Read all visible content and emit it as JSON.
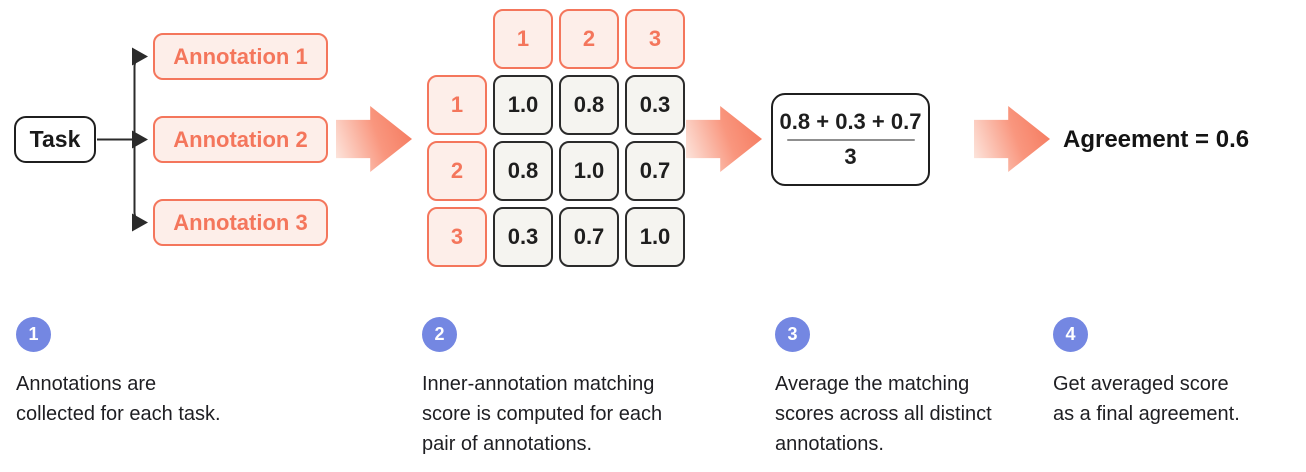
{
  "diagram": {
    "task_label": "Task",
    "annotations": [
      {
        "label": "Annotation 1"
      },
      {
        "label": "Annotation 2"
      },
      {
        "label": "Annotation 3"
      }
    ],
    "matrix": {
      "col_headers": [
        "1",
        "2",
        "3"
      ],
      "row_headers": [
        "1",
        "2",
        "3"
      ],
      "values": [
        [
          "1.0",
          "0.8",
          "0.3"
        ],
        [
          "0.8",
          "1.0",
          "0.7"
        ],
        [
          "0.3",
          "0.7",
          "1.0"
        ]
      ]
    },
    "formula": {
      "numerator": "0.8 + 0.3 + 0.7",
      "denominator": "3"
    },
    "result_label": "Agreement = 0.6"
  },
  "steps": [
    {
      "number": "1",
      "lines": [
        "Annotations are",
        "collected for each task."
      ]
    },
    {
      "number": "2",
      "lines": [
        "Inner-annotation matching",
        "score is computed for each",
        "pair of annotations."
      ]
    },
    {
      "number": "3",
      "lines": [
        "Average the matching",
        "scores across all distinct",
        "annotations."
      ]
    },
    {
      "number": "4",
      "lines": [
        "Get averaged score",
        "as a final agreement."
      ]
    }
  ],
  "icons": {
    "flow_arrow": "right-arrow",
    "branch_connector": "task-to-annotations-arrows"
  },
  "colors": {
    "coral": "#f4765c",
    "coral_fill": "#fdeee9",
    "arrow_gradient_start": "#fdece5",
    "arrow_gradient_end": "#f4765a",
    "value_cell_fill": "#f5f4f0",
    "value_cell_border": "#2b2b2b",
    "step_circle_blue": "#7487e2",
    "text_dark": "#1e1e1e"
  }
}
